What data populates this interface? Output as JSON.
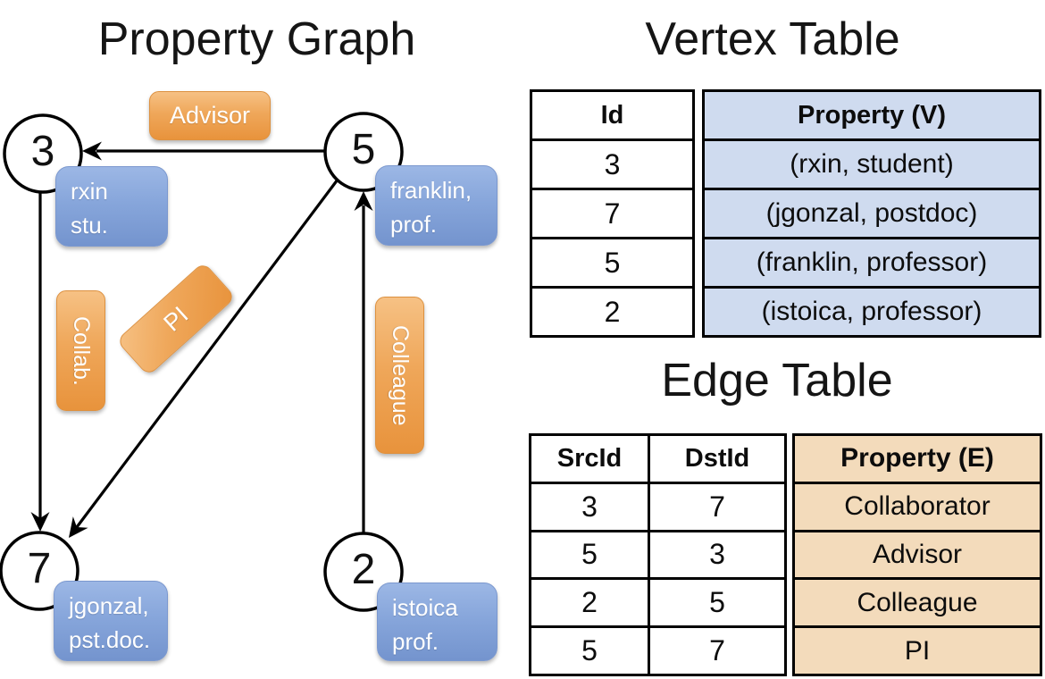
{
  "graph": {
    "title": "Property Graph",
    "nodes": [
      {
        "id": "3",
        "prop_line1": "rxin",
        "prop_line2": "stu."
      },
      {
        "id": "5",
        "prop_line1": "franklin,",
        "prop_line2": "prof."
      },
      {
        "id": "7",
        "prop_line1": "jgonzal,",
        "prop_line2": "pst.doc."
      },
      {
        "id": "2",
        "prop_line1": "istoica",
        "prop_line2": "prof."
      }
    ],
    "edge_labels": [
      {
        "name": "Advisor"
      },
      {
        "name": "Collab."
      },
      {
        "name": "PI"
      },
      {
        "name": "Colleague"
      }
    ]
  },
  "vertex_table": {
    "title": "Vertex Table",
    "headers": {
      "id": "Id",
      "property": "Property (V)"
    },
    "rows": [
      {
        "id": "3",
        "property": "(rxin, student)"
      },
      {
        "id": "7",
        "property": "(jgonzal, postdoc)"
      },
      {
        "id": "5",
        "property": "(franklin, professor)"
      },
      {
        "id": "2",
        "property": "(istoica, professor)"
      }
    ]
  },
  "edge_table": {
    "title": "Edge Table",
    "headers": {
      "src": "SrcId",
      "dst": "DstId",
      "property": "Property (E)"
    },
    "rows": [
      {
        "src": "3",
        "dst": "7",
        "property": "Collaborator"
      },
      {
        "src": "5",
        "dst": "3",
        "property": "Advisor"
      },
      {
        "src": "2",
        "dst": "5",
        "property": "Colleague"
      },
      {
        "src": "5",
        "dst": "7",
        "property": "PI"
      }
    ]
  },
  "colors": {
    "edge_label_orange": "#efa75a",
    "node_box_blue": "#87a6db",
    "vertex_cell_bg": "#cfdbef",
    "edge_cell_bg": "#f3dbbb",
    "line_black": "#000000"
  }
}
